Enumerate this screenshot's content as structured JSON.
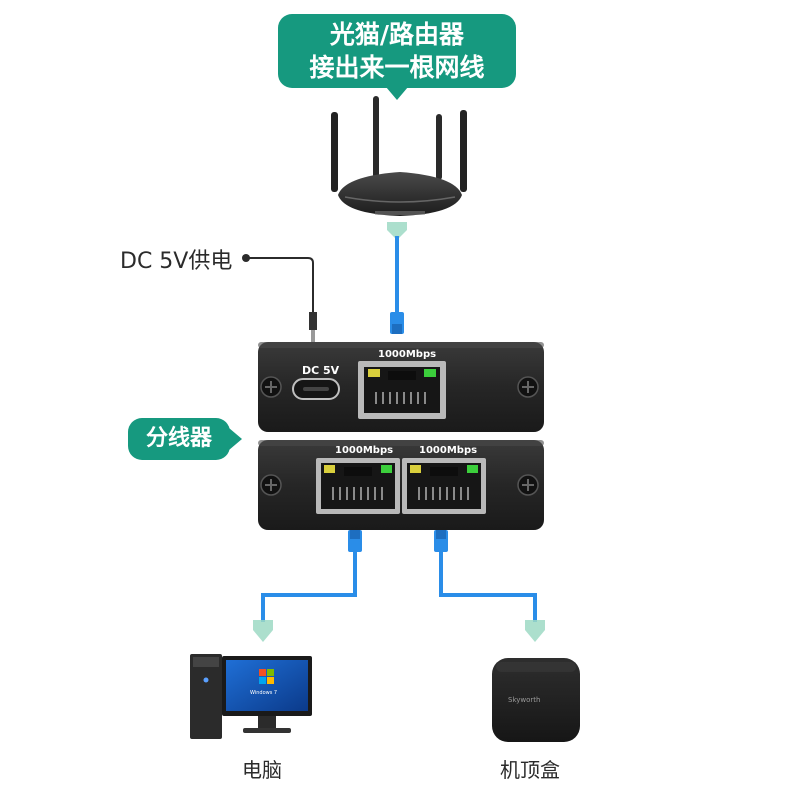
{
  "callout_top": {
    "line1": "光猫/路由器",
    "line2": "接出来一根网线"
  },
  "callout_side": {
    "label": "分线器"
  },
  "power": {
    "label": "DC 5V供电"
  },
  "upper_unit": {
    "dc_label": "DC 5V",
    "port_label": "1000Mbps"
  },
  "lower_unit": {
    "port1_label": "1000Mbps",
    "port2_label": "1000Mbps"
  },
  "pc": {
    "caption": "电脑",
    "os_text": "Windows 7"
  },
  "stb": {
    "caption": "机顶盒",
    "brand": "Skyworth"
  },
  "colors": {
    "accent": "#16997f",
    "cable": "#2a8de8",
    "device": "#2a2a2a",
    "led_green": "#3ccf3c",
    "led_yellow": "#d9cf3c"
  }
}
